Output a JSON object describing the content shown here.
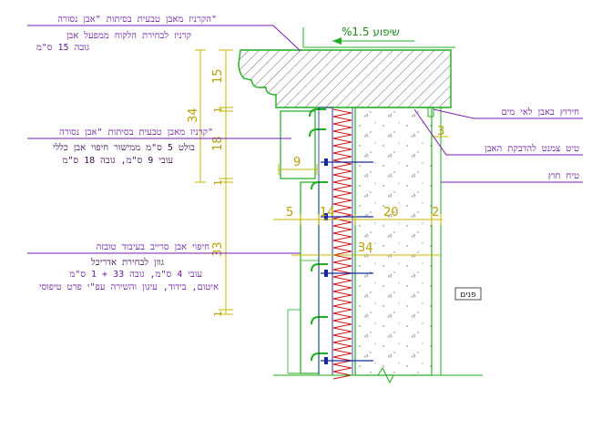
{
  "colors": {
    "green": "#1fae1f",
    "yellow": "#c8b400",
    "purple": "#7a1ab0",
    "red": "#d01010",
    "blue": "#1a2a9a",
    "hatch": "#555555"
  },
  "slope": {
    "text": "%1.5 שיפוע"
  },
  "room_label": "פנים",
  "notes": {
    "left": [
      {
        "id": "cornice-top",
        "lines": [
          "הקרניז מאבן טבעית בסיתות \"אבן נסורה\"",
          "קרניז לבחירת הלקוח ממפעל אבן",
          "גובה 15 ס\"מ"
        ]
      },
      {
        "id": "cornice-mid",
        "lines": [
          "קרניז מאבן טבעית בסיתות \"אבן נסורה\"",
          "בולט 5 ס\"מ ממישור חיפוי אבן כללי",
          "עובי 9 ס\"מ, גובה 18 ס\"מ"
        ]
      },
      {
        "id": "cladding",
        "lines": [
          "חיפוי אבן סרייב בעיבוד טובזה",
          "גוון לבחירת אדריכל",
          "עובי 4 ס\"מ, גובה 33 + 1 ס\"מ",
          "איטום, בידוד, עיגון והשירה עפ\"י פרט טיפוסי"
        ]
      }
    ],
    "right": [
      {
        "id": "drip",
        "text": "חירוץ באבן לאי מים"
      },
      {
        "id": "grout",
        "text": "טיט צמנט להדבקת האבן"
      },
      {
        "id": "plaster",
        "text": "טיח חוץ"
      }
    ]
  },
  "dimensions": {
    "vertical": [
      "15",
      "1",
      "34",
      "18",
      "1",
      "33",
      "1"
    ],
    "horizontal": [
      "9",
      "5",
      "14",
      "20",
      "2",
      "3",
      "34"
    ]
  }
}
